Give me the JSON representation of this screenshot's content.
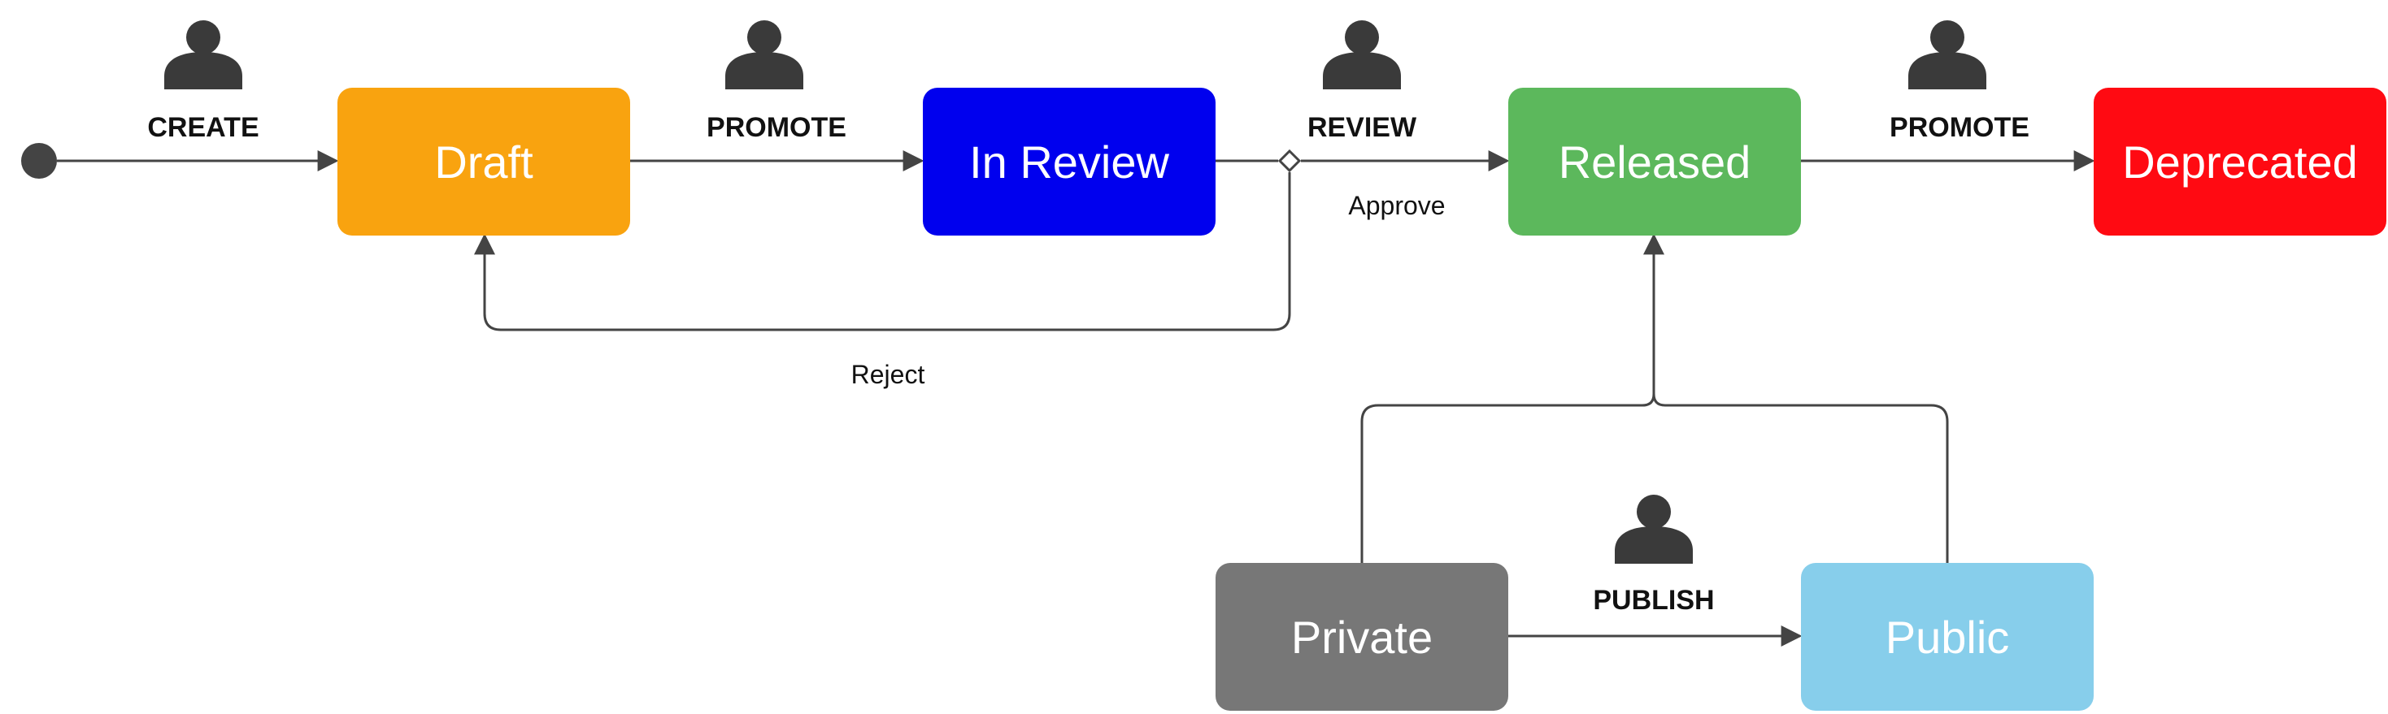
{
  "states": [
    {
      "id": "draft",
      "label": "Draft",
      "color": "#F9A30F"
    },
    {
      "id": "in-review",
      "label": "In Review",
      "color": "#0000EE"
    },
    {
      "id": "released",
      "label": "Released",
      "color": "#5CB85C"
    },
    {
      "id": "deprecated",
      "label": "Deprecated",
      "color": "#FF0A12"
    },
    {
      "id": "private",
      "label": "Private",
      "color": "#777777"
    },
    {
      "id": "public",
      "label": "Public",
      "color": "#87CEEB"
    }
  ],
  "actions": {
    "create": "CREATE",
    "promote_review": "PROMOTE",
    "review": "REVIEW",
    "promote_deprecate": "PROMOTE",
    "publish": "PUBLISH"
  },
  "edge_labels": {
    "approve": "Approve",
    "reject": "Reject"
  },
  "icons": {
    "actor": "user-icon",
    "start": "initial-state-dot",
    "decision": "decision-diamond"
  },
  "colors": {
    "edge": "#444444",
    "actor": "#3A3A3A"
  }
}
